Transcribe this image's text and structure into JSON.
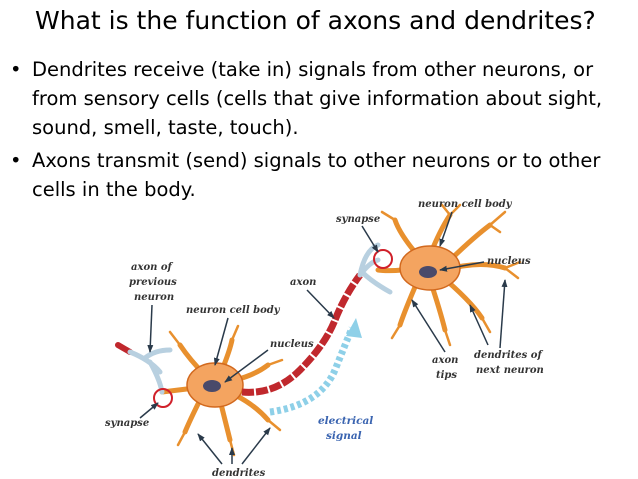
{
  "slide": {
    "title": "What is the function of axons and dendrites?",
    "bullets": [
      "Dendrites receive (take in) signals from other neurons, or from sensory cells (cells that give information about sight, sound, smell, taste, touch).",
      "Axons transmit (send) signals to other neurons or to other cells in the body."
    ]
  },
  "diagram": {
    "labels": {
      "synapse_top": "synapse",
      "neuron_cell_body_top": "neuron cell body",
      "nucleus_top": "nucleus",
      "axon": "axon",
      "axon_of_previous_neuron_1": "axon of",
      "axon_of_previous_neuron_2": "previous",
      "axon_of_previous_neuron_3": "neuron",
      "neuron_cell_body_left": "neuron cell body",
      "nucleus_left": "nucleus",
      "axon_tips_1": "axon",
      "axon_tips_2": "tips",
      "dendrites_of_next_neuron_1": "dendrites of",
      "dendrites_of_next_neuron_2": "next neuron",
      "synapse_bottom": "synapse",
      "electrical_signal_1": "electrical",
      "electrical_signal_2": "signal",
      "dendrites": "dendrites"
    },
    "colors": {
      "cell_body": "#f4a460",
      "cell_outline": "#d2691e",
      "nucleus": "#4a4a6a",
      "axon_segments": "#c0282d",
      "axon_terminal": "#b8d0e0",
      "signal_arrow": "#8ed0e8",
      "synapse_circle": "#d0202a"
    }
  }
}
